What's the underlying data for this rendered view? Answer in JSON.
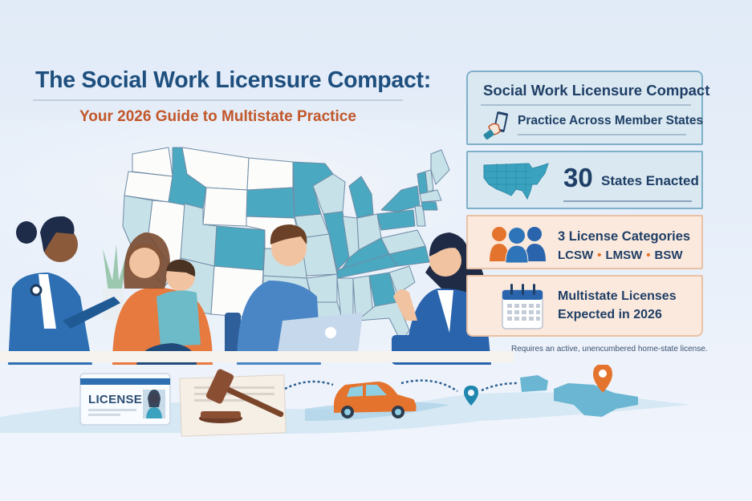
{
  "header": {
    "title": "The Social Work Licensure Compact:",
    "subtitle": "Your 2026 Guide to Multistate Practice"
  },
  "panel": {
    "card1": {
      "title": "Social Work Licensure Compact",
      "subtitle": "Practice Across Member States",
      "icon": "hand-holding-phone-icon"
    },
    "card2": {
      "number": "30",
      "label": "States Enacted",
      "icon": "us-map-icon"
    },
    "card3": {
      "title": "3 License Categories",
      "categories": [
        "LCSW",
        "LMSW",
        "BSW"
      ],
      "icon": "people-group-icon"
    },
    "card4": {
      "line1": "Multistate Licenses",
      "line2": "Expected in 2026",
      "icon": "calendar-icon"
    },
    "footnote": "Requires an active, unencumbered home-state license."
  },
  "illustration": {
    "license_card_label": "LICENSE",
    "scene_items": [
      "social-worker-with-clipboard",
      "mother-holding-child",
      "man-with-laptop",
      "woman-in-blazer-gesturing",
      "us-member-states-map",
      "gavel-on-document",
      "car",
      "location-pin",
      "destination-map-pin"
    ]
  },
  "colors": {
    "title": "#1e4f7e",
    "subtitle": "#c2572a",
    "card_text": "#1f3f66",
    "card_blue_bg": "#dae8f1",
    "card_peach_bg": "#fbe9dd",
    "map_member": "#4aa8c0",
    "map_pending": "#c7e1e8",
    "map_non": "#fcfcfb",
    "accent_orange": "#e4742d"
  }
}
